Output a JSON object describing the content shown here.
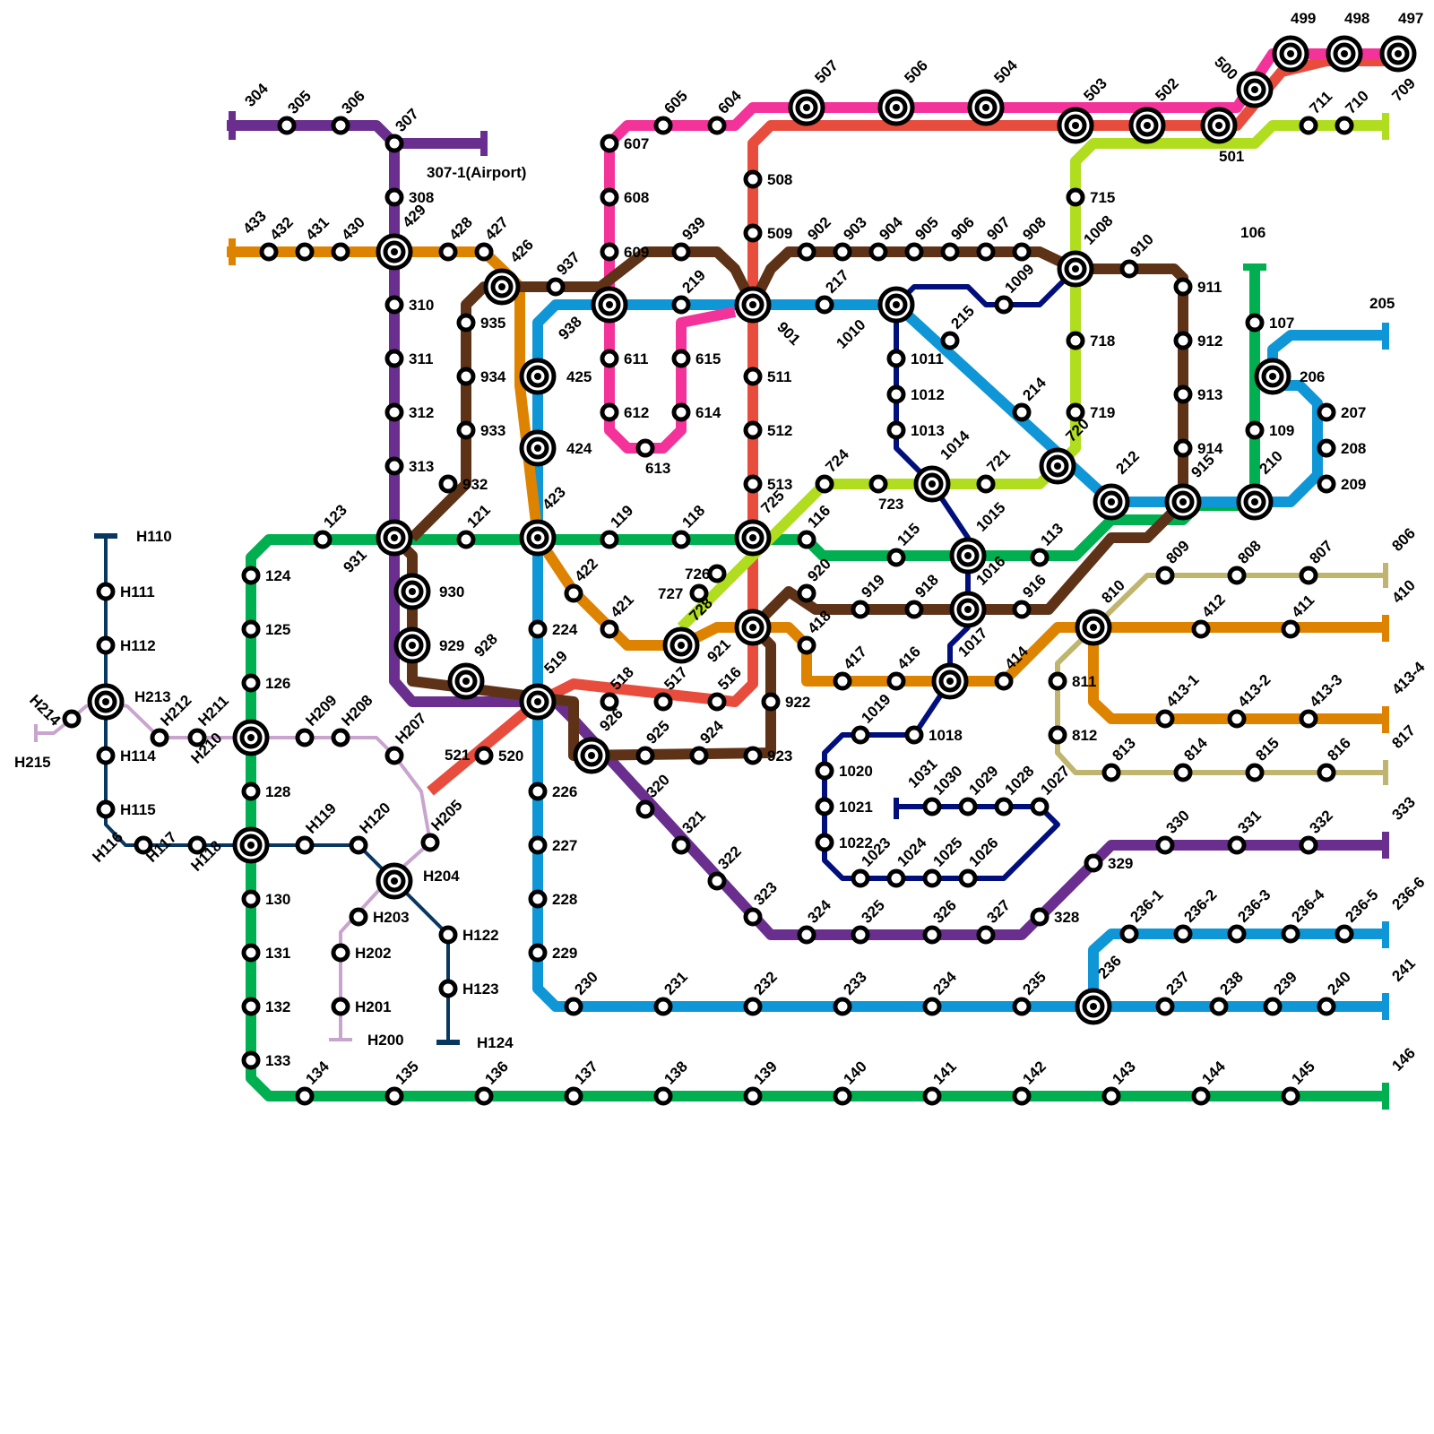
{
  "colors": {
    "line1": "#00b050",
    "line2": "#0f96d6",
    "line3": "#6a2e8e",
    "line4": "#de8300",
    "line5": "#e84c3d",
    "line6": "#f4339a",
    "line7": "#b0dd1e",
    "line8": "#bfb56e",
    "line9": "#5e3217",
    "line10": "#010f7d",
    "lineH1": "#083860",
    "lineH2": "#c9a4cf"
  },
  "labels": {
    "H110": "H110",
    "H111": "H111",
    "H112": "H112",
    "H213": "H213",
    "H214": "H214",
    "H215": "H215",
    "H114": "H114",
    "H115": "H115",
    "H116": "H116",
    "H117": "H117",
    "H118": "H118",
    "H119": "H119",
    "H120": "H120",
    "H122": "H122",
    "H123": "H123",
    "H124": "H124",
    "H212": "H212",
    "H211": "H211",
    "H210": "H210",
    "H209": "H209",
    "H208": "H208",
    "H207": "H207",
    "H205": "H205",
    "H204": "H204",
    "H203": "H203",
    "H202": "H202",
    "H201": "H201",
    "H200": "H200",
    "s123": "123",
    "s124": "124",
    "s125": "125",
    "s126": "126",
    "s128": "128",
    "s130": "130",
    "s131": "131",
    "s132": "132",
    "s133": "133",
    "s134": "134",
    "s135": "135",
    "s136": "136",
    "s137": "137",
    "s138": "138",
    "s139": "139",
    "s140": "140",
    "s141": "141",
    "s142": "142",
    "s143": "143",
    "s144": "144",
    "s145": "145",
    "s146": "146",
    "s121": "121",
    "s119": "119",
    "s118": "118",
    "s116": "116",
    "s115": "115",
    "s113": "113",
    "s106": "106",
    "s107": "107",
    "s109": "109",
    "s931": "931",
    "s423": "423",
    "s725": "725",
    "s210": "210",
    "s205": "205",
    "s206": "206",
    "s207": "207",
    "s208": "208",
    "s209": "209",
    "s212": "212",
    "s214": "214",
    "s215": "215",
    "s217": "217",
    "s219": "219",
    "s938": "938",
    "s901": "901",
    "s1010": "1010",
    "s425": "425",
    "s424": "424",
    "s224": "224",
    "s519": "519",
    "s226": "226",
    "s227": "227",
    "s228": "228",
    "s229": "229",
    "s230": "230",
    "s231": "231",
    "s232": "232",
    "s233": "233",
    "s234": "234",
    "s235": "235",
    "s236": "236",
    "s237": "237",
    "s238": "238",
    "s239": "239",
    "s240": "240",
    "s241": "241",
    "s236_1": "236-1",
    "s236_2": "236-2",
    "s236_3": "236-3",
    "s236_4": "236-4",
    "s236_5": "236-5",
    "s236_6": "236-6",
    "s304": "304",
    "s305": "305",
    "s306": "306",
    "s307": "307",
    "s307_1": "307-1(Airport)",
    "s308": "308",
    "s429": "429",
    "s310": "310",
    "s311": "311",
    "s312": "312",
    "s313": "313",
    "s930": "930",
    "s929": "929",
    "s928": "928",
    "s926": "926",
    "s320": "320",
    "s321": "321",
    "s322": "322",
    "s323": "323",
    "s324": "324",
    "s325": "325",
    "s326": "326",
    "s327": "327",
    "s328": "328",
    "s329": "329",
    "s330": "330",
    "s331": "331",
    "s332": "332",
    "s333": "333",
    "s433": "433",
    "s432": "432",
    "s431": "431",
    "s430": "430",
    "s428": "428",
    "s427": "427",
    "s426": "426",
    "s422": "422",
    "s421": "421",
    "s728": "728",
    "s418": "418",
    "s417": "417",
    "s416": "416",
    "s1017": "1017",
    "s414": "414",
    "s810": "810",
    "s412": "412",
    "s411": "411",
    "s410": "410",
    "s413_1": "413-1",
    "s413_2": "413-2",
    "s413_3": "413-3",
    "s413_4": "413-4",
    "s521": "521",
    "s520": "520",
    "s518": "518",
    "s517": "517",
    "s516": "516",
    "s513": "513",
    "s512": "512",
    "s511": "511",
    "s509": "509",
    "s508": "508",
    "s503": "503",
    "s502": "502",
    "s501": "501",
    "s500": "500",
    "s499": "499",
    "s498": "498",
    "s497": "497",
    "s507": "507",
    "s506": "506",
    "s504": "504",
    "s605": "605",
    "s604": "604",
    "s607": "607",
    "s608": "608",
    "s609": "609",
    "s611": "611",
    "s612": "612",
    "s613": "613",
    "s614": "614",
    "s615": "615",
    "s711": "711",
    "s710": "710",
    "s709": "709",
    "s715": "715",
    "s1008": "1008",
    "s718": "718",
    "s719": "719",
    "s720": "720",
    "s721": "721",
    "s1014": "1014",
    "s723": "723",
    "s724": "724",
    "s726": "726",
    "s727": "727",
    "s809": "809",
    "s808": "808",
    "s807": "807",
    "s806": "806",
    "s811": "811",
    "s812": "812",
    "s813": "813",
    "s814": "814",
    "s815": "815",
    "s816": "816",
    "s817": "817",
    "s935": "935",
    "s934": "934",
    "s933": "933",
    "s932": "932",
    "s937": "937",
    "s939": "939",
    "s902": "902",
    "s903": "903",
    "s904": "904",
    "s905": "905",
    "s906": "906",
    "s907": "907",
    "s908": "908",
    "s910": "910",
    "s911": "911",
    "s912": "912",
    "s913": "913",
    "s914": "914",
    "s915": "915",
    "s916": "916",
    "s1016": "1016",
    "s918": "918",
    "s919": "919",
    "s920": "920",
    "s921": "921",
    "s922": "922",
    "s923": "923",
    "s924": "924",
    "s925": "925",
    "s1009": "1009",
    "s1011": "1011",
    "s1012": "1012",
    "s1013": "1013",
    "s1015": "1015",
    "s1018": "1018",
    "s1019": "1019",
    "s1020": "1020",
    "s1021": "1021",
    "s1022": "1022",
    "s1023": "1023",
    "s1024": "1024",
    "s1025": "1025",
    "s1026": "1026",
    "s1027": "1027",
    "s1028": "1028",
    "s1029": "1029",
    "s1030": "1030",
    "s1031": "1031"
  }
}
